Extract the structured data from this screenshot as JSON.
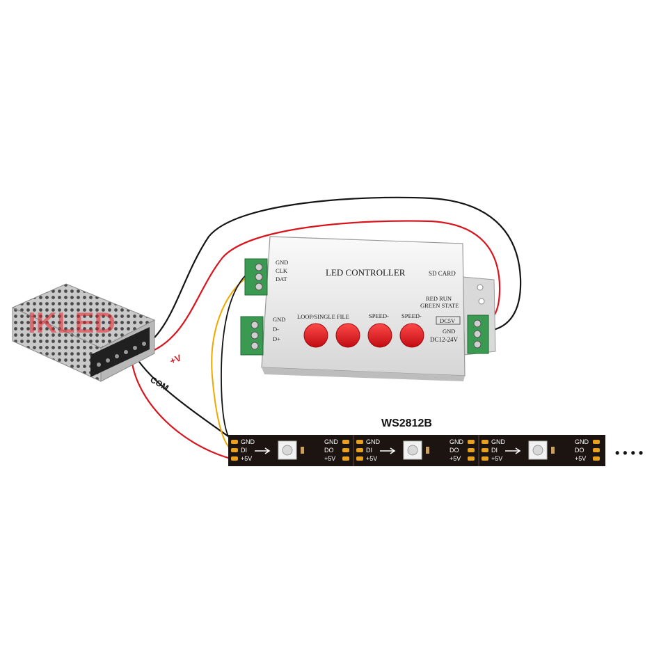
{
  "strip": {
    "model": "WS2812B",
    "left_pins": [
      "GND",
      "DI",
      "+5V"
    ],
    "right_pins": [
      "GND",
      "DO",
      "+5V"
    ],
    "continuation": "• • • •"
  },
  "controller": {
    "title": "LED CONTROLLER",
    "left_top_pins": [
      "GND",
      "CLK",
      "DAT"
    ],
    "left_bottom_pins": [
      "GND",
      "D-",
      "D+"
    ],
    "sd_card": "SD CARD",
    "status_line1": "RED RUN",
    "status_line2": "GREEN STATE",
    "dc5v": "DC5V",
    "gnd": "GND",
    "dc_input": "DC12-24V",
    "buttons": [
      {
        "label": "LOOP/SINGLE FILE",
        "color": "#e01820"
      },
      {
        "label": "SPEED-",
        "color": "#e01820"
      },
      {
        "label": "SPEED-",
        "color": "#e01820"
      }
    ]
  },
  "power_supply": {
    "watermark": "IKLED"
  },
  "wires": {
    "plus_v": "+V",
    "com": "COM"
  },
  "colors": {
    "wire_red": "#d8141c",
    "wire_black": "#141414",
    "wire_yellow": "#f0a800",
    "strip_bg": "#1c1410",
    "pad": "#e8a020",
    "terminal_green": "#3a9a52",
    "button_red": "#e01820"
  }
}
